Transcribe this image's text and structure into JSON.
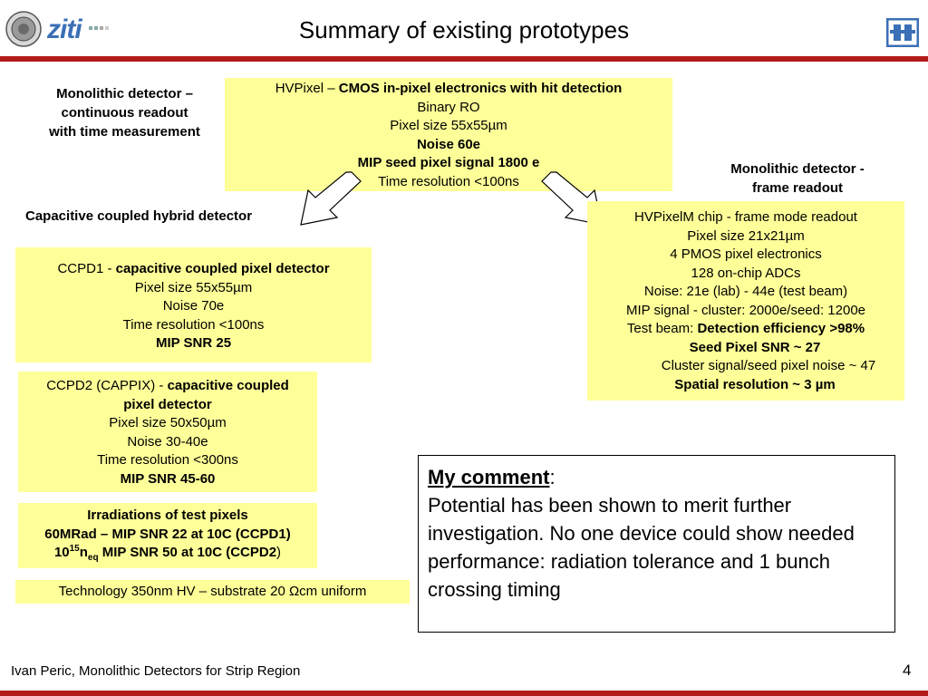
{
  "header": {
    "title": "Summary of existing prototypes",
    "ziti_logo_text": "ziti",
    "heidelberg_seal_alt": "Heidelberg University seal",
    "right_logo_alt": "institute logo"
  },
  "labels": {
    "monolithic_continuous": [
      "Monolithic detector –",
      "continuous readout",
      "with time measurement"
    ],
    "monolithic_frame": [
      "Monolithic detector -",
      "frame readout"
    ],
    "capacitive_hybrid": "Capacitive coupled hybrid detector"
  },
  "hvpixel": {
    "line1_prefix": "HVPixel – ",
    "line1_bold": "CMOS in-pixel electronics with hit detection",
    "line2": "Binary RO",
    "line3": "Pixel size 55x55µm",
    "line4_bold": "Noise 60e",
    "line5_bold": "MIP seed pixel signal 1800 e",
    "line6": "Time resolution <100ns"
  },
  "hvpixelm": {
    "line1": "HVPixelM chip - frame mode readout",
    "line2": "Pixel size 21x21µm",
    "line3": "4 PMOS pixel electronics",
    "line4": "128 on-chip ADCs",
    "line5": "Noise: 21e (lab) - 44e (test beam)",
    "line6": "MIP signal - cluster: 2000e/seed: 1200e",
    "line7_prefix": "Test beam: ",
    "line7_bold": "Detection efficiency >98%",
    "line8_bold": "Seed Pixel SNR ~ 27",
    "line9": "Cluster signal/seed pixel noise ~ 47",
    "line10_bold": "Spatial resolution ~ 3 µm"
  },
  "ccpd1": {
    "line1_prefix": "CCPD1 - ",
    "line1_bold": "capacitive coupled pixel detector",
    "line2": "Pixel size 55x55µm",
    "line3": "Noise 70e",
    "line4": "Time resolution <100ns",
    "line5_bold": "MIP SNR 25"
  },
  "ccpd2": {
    "line1_prefix": "CCPD2 (CAPPIX) - ",
    "line1_bold": "capacitive coupled",
    "line2_bold": "pixel detector",
    "line3": "Pixel size 50x50µm",
    "line4": "Noise 30-40e",
    "line5": "Time resolution <300ns",
    "line6_bold": "MIP SNR 45-60"
  },
  "irradiation": {
    "line1": "Irradiations of test pixels",
    "line2": "60MRad – MIP SNR 22 at 10C (CCPD1)",
    "line3_a": "10",
    "line3_sup": "15",
    "line3_b": "n",
    "line3_sub": "eq",
    "line3_c": " MIP SNR 50 at 10C (CCPD2",
    "line3_d": ")"
  },
  "technology": "Technology 350nm HV – substrate 20 Ωcm uniform",
  "comment": {
    "heading": "My comment",
    "colon": ":",
    "body": "Potential has been shown to merit further investigation. No one device could show needed performance: radiation tolerance and 1 bunch crossing timing"
  },
  "footer": {
    "author": "Ivan Peric, Monolithic Detectors for Strip Region",
    "page": "4"
  },
  "colors": {
    "accent_red": "#b31c1c",
    "box_yellow": "#ffff99",
    "ziti_blue": "#3b6fb6"
  }
}
